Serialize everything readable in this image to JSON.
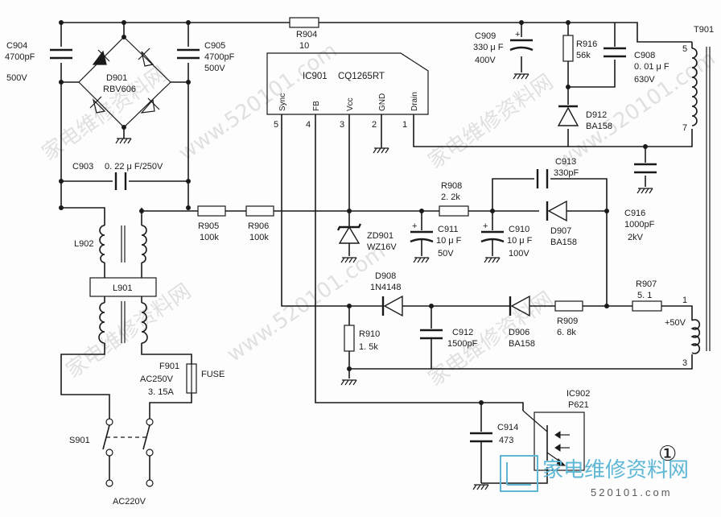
{
  "components": {
    "C904": {
      "ref": "C904",
      "value": "4700pF",
      "rating": "500V"
    },
    "C905": {
      "ref": "C905",
      "value": "4700pF",
      "rating": "500V"
    },
    "D901": {
      "ref": "D901",
      "value": "RBV606"
    },
    "R904": {
      "ref": "R904",
      "value": "10"
    },
    "IC901": {
      "ref": "IC901",
      "value": "CQ1265RT",
      "pins": [
        {
          "num": "5",
          "name": "Sync"
        },
        {
          "num": "4",
          "name": "FB"
        },
        {
          "num": "3",
          "name": "Vcc"
        },
        {
          "num": "2",
          "name": "GND"
        },
        {
          "num": "1",
          "name": "Drain"
        }
      ]
    },
    "C909": {
      "ref": "C909",
      "value": "330 μ F",
      "rating": "400V"
    },
    "R916": {
      "ref": "R916",
      "value": "56k"
    },
    "C908": {
      "ref": "C908",
      "value": "0. 01 μ F",
      "rating": "630V"
    },
    "D912": {
      "ref": "D912",
      "value": "BA158"
    },
    "T901": {
      "ref": "T901",
      "pins": [
        "5",
        "7",
        "1",
        "3"
      ],
      "winding_label": "+50V"
    },
    "C903": {
      "ref": "C903",
      "value": "0. 22 μ F/250V"
    },
    "C913": {
      "ref": "C913",
      "value": "330pF"
    },
    "R908": {
      "ref": "R908",
      "value": "2. 2k"
    },
    "C916": {
      "ref": "C916",
      "value": "1000pF",
      "rating": "2kV"
    },
    "L902": {
      "ref": "L902"
    },
    "R905": {
      "ref": "R905",
      "value": "100k"
    },
    "R906": {
      "ref": "R906",
      "value": "100k"
    },
    "ZD901": {
      "ref": "ZD901",
      "value": "WZ16V"
    },
    "C911": {
      "ref": "C911",
      "value": "10 μ F",
      "rating": "50V"
    },
    "C910": {
      "ref": "C910",
      "value": "10 μ F",
      "rating": "100V"
    },
    "D907": {
      "ref": "D907",
      "value": "BA158"
    },
    "L901": {
      "ref": "L901"
    },
    "D908": {
      "ref": "D908",
      "value": "1N4148"
    },
    "R907": {
      "ref": "R907",
      "value": "5. 1"
    },
    "R910": {
      "ref": "R910",
      "value": "1. 5k"
    },
    "C912": {
      "ref": "C912",
      "value": "1500pF"
    },
    "D906": {
      "ref": "D906",
      "value": "BA158"
    },
    "R909": {
      "ref": "R909",
      "value": "6. 8k"
    },
    "F901": {
      "ref": "F901",
      "rating": "AC250V",
      "current": "3. 15A",
      "tag": "FUSE"
    },
    "IC902": {
      "ref": "IC902",
      "value": "P621"
    },
    "C914": {
      "ref": "C914",
      "value": "473"
    },
    "S901": {
      "ref": "S901"
    },
    "AC": {
      "label": "AC220V"
    }
  },
  "figure_number": "①",
  "watermark": {
    "text": "家电维修资料网",
    "url": "www.520101.com",
    "logo_text": "家电维修资料网",
    "logo_sub": "520101.com"
  },
  "colors": {
    "ink": "#1a1a1a",
    "watermark": "#c9c9c9",
    "logo": "#5fb7d6"
  }
}
